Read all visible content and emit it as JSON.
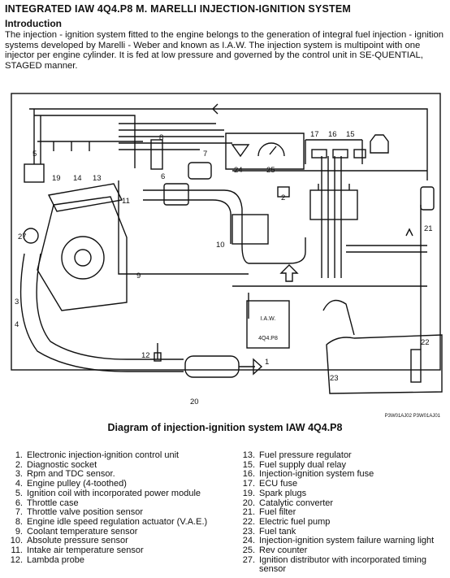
{
  "header": {
    "title": "INTEGRATED IAW 4Q4.P8 M. MARELLI INJECTION-IGNITION SYSTEM",
    "subtitle": "Introduction",
    "intro": "The injection - ignition system fitted to the engine belongs to the generation of integral fuel injection - ignition systems developed by Marelli - Weber and known as I.A.W. The injection system is multipoint with one injector per engine cylinder. It is fed at low pressure and governed by the control unit in SE-QUENTIAL, STAGED manner."
  },
  "diagram": {
    "callouts": [
      "1",
      "2",
      "3",
      "4",
      "5",
      "6",
      "7",
      "8",
      "9",
      "10",
      "11",
      "12",
      "13",
      "14",
      "15",
      "16",
      "17",
      "19",
      "20",
      "21",
      "22",
      "23",
      "24",
      "25",
      "27"
    ],
    "ecu_label_line1": "I.A.W.",
    "ecu_label_line2": "4Q4.P8",
    "ref_codes": "P3W01AJ02   P3W01AJ01"
  },
  "caption": "Diagram of injection-ignition system IAW 4Q4.P8",
  "legend_left": [
    {
      "num": "1.",
      "label": "Electronic injection-ignition control unit"
    },
    {
      "num": "2.",
      "label": "Diagnostic socket"
    },
    {
      "num": "3.",
      "label": "Rpm and TDC sensor."
    },
    {
      "num": "4.",
      "label": "Engine pulley (4-toothed)"
    },
    {
      "num": "5.",
      "label": "Ignition coil with incorporated power module"
    },
    {
      "num": "6.",
      "label": "Throttle case"
    },
    {
      "num": "7.",
      "label": "Throttle valve position sensor"
    },
    {
      "num": "8.",
      "label": "Engine idle speed regulation actuator (V.A.E.)"
    },
    {
      "num": "9.",
      "label": "Coolant temperature sensor"
    },
    {
      "num": "10.",
      "label": "Absolute pressure sensor"
    },
    {
      "num": "11.",
      "label": "Intake air temperature sensor"
    },
    {
      "num": "12.",
      "label": "Lambda probe"
    }
  ],
  "legend_right": [
    {
      "num": "13.",
      "label": "Fuel pressure regulator"
    },
    {
      "num": "15.",
      "label": "Fuel supply dual relay"
    },
    {
      "num": "16.",
      "label": "Injection-ignition system fuse"
    },
    {
      "num": "17.",
      "label": "ECU fuse"
    },
    {
      "num": "19.",
      "label": "Spark plugs"
    },
    {
      "num": "20.",
      "label": "Catalytic converter"
    },
    {
      "num": "21.",
      "label": "Fuel filter"
    },
    {
      "num": "22.",
      "label": "Electric fuel pump"
    },
    {
      "num": "23.",
      "label": "Fuel tank"
    },
    {
      "num": "24.",
      "label": "Injection-ignition system failure warning light"
    },
    {
      "num": "25.",
      "label": "Rev counter"
    },
    {
      "num": "27.",
      "label": "Ignition distributor with incorporated timing sensor"
    }
  ]
}
